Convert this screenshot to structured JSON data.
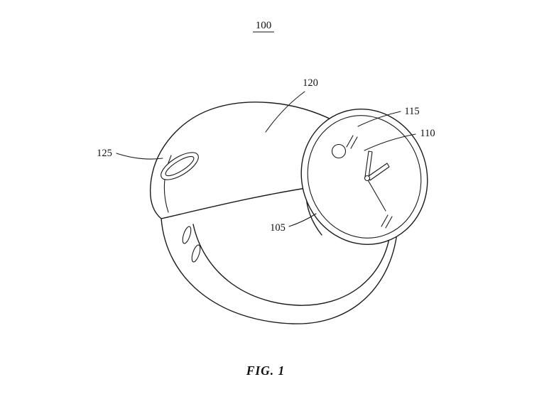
{
  "figure": {
    "assembly_label": "100",
    "caption": "FIG. 1",
    "parts": {
      "band_strap": "120",
      "crystal_bezel": "115",
      "display_face": "110",
      "clasp_oval": "125",
      "case_housing": "105"
    }
  },
  "colors": {
    "ink": "#1b1b1b",
    "background": "#ffffff"
  }
}
